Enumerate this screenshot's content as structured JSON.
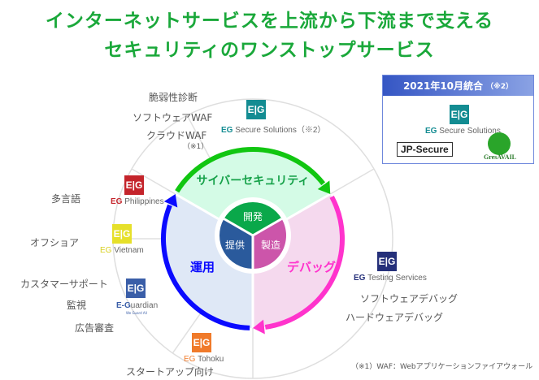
{
  "title": {
    "line1": "インターネットサービスを上流から下流まで支える",
    "line2": "セキュリティのワンストップサービス"
  },
  "colors": {
    "green": "#11c611",
    "pink": "#ff33cc",
    "blue": "#0a0aff",
    "green_fill": "#d4fbe6",
    "pink_fill": "#f5d9ee",
    "blue_fill": "#dfe8f6",
    "inner_green": "#0aa84a",
    "inner_blue": "#2a5a9c",
    "inner_pink": "#cc55aa"
  },
  "cycle": {
    "security": "サイバーセキュリティ",
    "debug": "デバッグ",
    "operation": "運用"
  },
  "inner": {
    "develop": "開発",
    "manufacture": "製造",
    "provide": "提供"
  },
  "companies": {
    "secure_solutions": {
      "name": "Secure Solutions",
      "prefix": "EG",
      "note": "（※2）",
      "color": "#138c92"
    },
    "philippines": {
      "name": "Philippines",
      "prefix": "EG",
      "color": "#c4242b"
    },
    "vietnam": {
      "name": "Vietnam",
      "prefix": "EG",
      "color": "#e6e02a"
    },
    "eguardian": {
      "name": "uardian",
      "prefix": "E-G",
      "tagline": "We Guard All",
      "color": "#3a5ea8"
    },
    "testing": {
      "name": "Testing Services",
      "prefix": "EG",
      "color": "#25307a"
    },
    "tohoku": {
      "name": "Tohoku",
      "prefix": "EG",
      "color": "#f07a2a"
    }
  },
  "logo_mark": "E|G",
  "services": {
    "vuln": "脆弱性診断",
    "swaf": "ソフトウェアWAF",
    "cwaf": "クラウドWAF",
    "cwaf_note": "（※1）",
    "multilang": "多言語",
    "offshore": "オフショア",
    "support": "カスタマーサポート",
    "monitor": "監視",
    "ad": "広告審査",
    "swdebug": "ソフトウェアデバッグ",
    "hwdebug": "ハードウェアデバッグ",
    "startup": "スタートアップ向け"
  },
  "merger": {
    "header": "2021年10月統合",
    "note": "（※2）",
    "jpsecure": "JP-Secure",
    "gresavail": "GresAVAIL",
    "eg_name": "Secure Solutions",
    "eg_prefix": "EG"
  },
  "footnote": "（※1）WAF：Webアプリケーションファイアウォール"
}
